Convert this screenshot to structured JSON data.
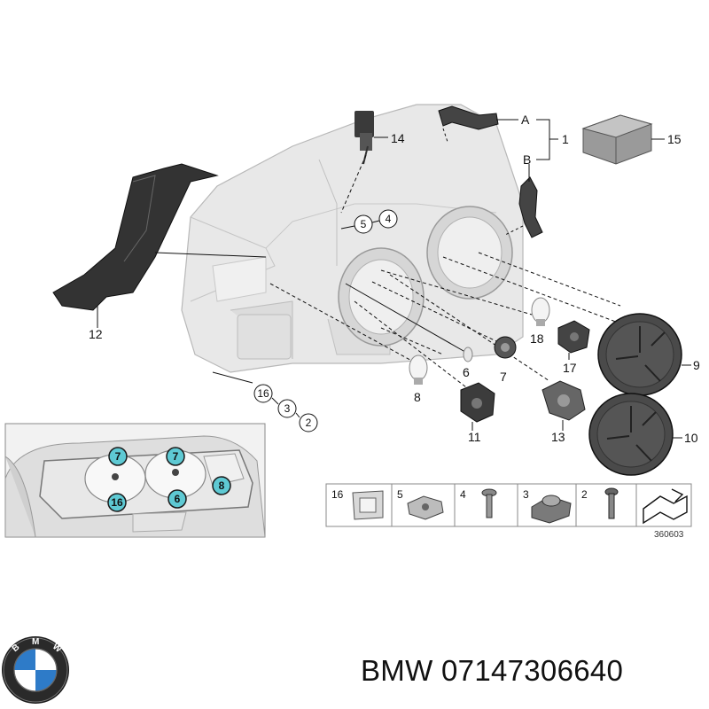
{
  "diagram": {
    "callouts": [
      "16",
      "3",
      "2",
      "5",
      "4",
      "14",
      "12",
      "1",
      "A",
      "B",
      "15",
      "18",
      "17",
      "6",
      "7",
      "8",
      "9",
      "10",
      "11",
      "13"
    ],
    "inset_callouts": [
      "7",
      "7",
      "16",
      "6",
      "8"
    ],
    "table_items": [
      "16",
      "5",
      "4",
      "3",
      "2"
    ],
    "ref_number": "360603"
  },
  "logo": {
    "letters": "BMW",
    "icon": "bmw-roundel-icon"
  },
  "caption": "BMW 07147306640",
  "colors": {
    "inset_badge": "#5ec9d3",
    "part_dark": "#3a3a3a",
    "housing": "#e6e6e6"
  }
}
